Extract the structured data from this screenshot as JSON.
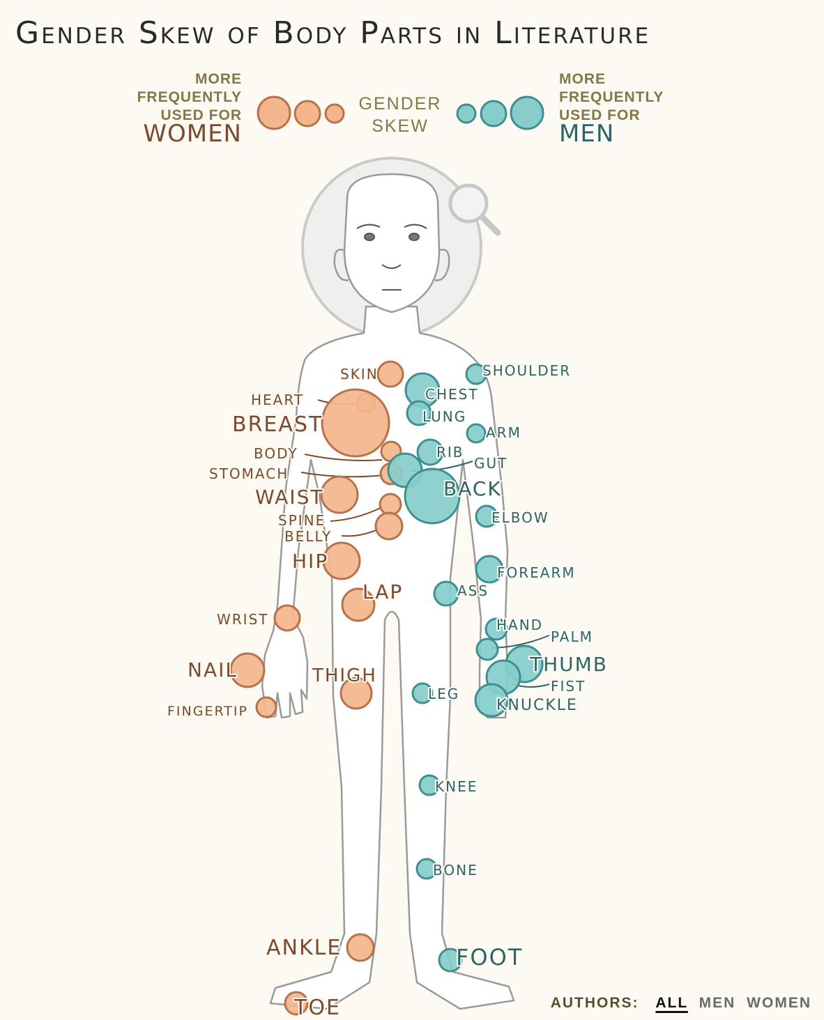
{
  "title": "Gender Skew of Body Parts in Literature",
  "legend": {
    "women_lines": [
      "MORE",
      "FREQUENTLY",
      "USED FOR"
    ],
    "women_big": "WOMEN",
    "center_lines": [
      "GENDER",
      "SKEW"
    ],
    "men_lines": [
      "MORE",
      "FREQUENTLY",
      "USED FOR"
    ],
    "men_big": "MEN"
  },
  "colors": {
    "women_fill": "#f3b68c",
    "women_stroke": "#b8714a",
    "women_text": "#7b4a2d",
    "men_fill": "#86cdcb",
    "men_stroke": "#3f8f91",
    "men_text": "#2d6467"
  },
  "parts": [
    {
      "id": "skin",
      "label": "SKIN",
      "group": "women",
      "skew": 1.8
    },
    {
      "id": "heart",
      "label": "HEART",
      "group": "women",
      "skew": 1.3
    },
    {
      "id": "breast",
      "label": "BREAST",
      "group": "women",
      "skew": 4.8
    },
    {
      "id": "body",
      "label": "BODY",
      "group": "women",
      "skew": 1.4
    },
    {
      "id": "stomach",
      "label": "STOMACH",
      "group": "women",
      "skew": 1.5
    },
    {
      "id": "waist",
      "label": "WAIST",
      "group": "women",
      "skew": 2.6
    },
    {
      "id": "spine",
      "label": "SPINE",
      "group": "women",
      "skew": 1.5
    },
    {
      "id": "belly",
      "label": "BELLY",
      "group": "women",
      "skew": 1.9
    },
    {
      "id": "hip",
      "label": "HIP",
      "group": "women",
      "skew": 2.6
    },
    {
      "id": "lap",
      "label": "LAP",
      "group": "women",
      "skew": 2.3
    },
    {
      "id": "wrist",
      "label": "WRIST",
      "group": "women",
      "skew": 1.8
    },
    {
      "id": "nail",
      "label": "NAIL",
      "group": "women",
      "skew": 2.4
    },
    {
      "id": "fingertip",
      "label": "FINGERTIP",
      "group": "women",
      "skew": 1.4
    },
    {
      "id": "thigh",
      "label": "THIGH",
      "group": "women",
      "skew": 2.2
    },
    {
      "id": "ankle",
      "label": "ANKLE",
      "group": "women",
      "skew": 1.9
    },
    {
      "id": "toe",
      "label": "TOE",
      "group": "women",
      "skew": 1.6
    },
    {
      "id": "shoulder",
      "label": "SHOULDER",
      "group": "men",
      "skew": 1.4
    },
    {
      "id": "chest",
      "label": "CHEST",
      "group": "men",
      "skew": 2.4
    },
    {
      "id": "lung",
      "label": "LUNG",
      "group": "men",
      "skew": 1.7
    },
    {
      "id": "arm",
      "label": "ARM",
      "group": "men",
      "skew": 1.3
    },
    {
      "id": "rib",
      "label": "RIB",
      "group": "men",
      "skew": 1.8
    },
    {
      "id": "gut",
      "label": "GUT",
      "group": "men",
      "skew": 2.4
    },
    {
      "id": "back",
      "label": "BACK",
      "group": "men",
      "skew": 3.9
    },
    {
      "id": "elbow",
      "label": "ELBOW",
      "group": "men",
      "skew": 1.5
    },
    {
      "id": "forearm",
      "label": "FOREARM",
      "group": "men",
      "skew": 1.9
    },
    {
      "id": "ass",
      "label": "ASS",
      "group": "men",
      "skew": 1.7
    },
    {
      "id": "hand",
      "label": "HAND",
      "group": "men",
      "skew": 1.5
    },
    {
      "id": "palm",
      "label": "PALM",
      "group": "men",
      "skew": 1.5
    },
    {
      "id": "thumb",
      "label": "THUMB",
      "group": "men",
      "skew": 2.6
    },
    {
      "id": "fist",
      "label": "FIST",
      "group": "men",
      "skew": 2.4
    },
    {
      "id": "knuckle",
      "label": "KNUCKLE",
      "group": "men",
      "skew": 2.3
    },
    {
      "id": "leg",
      "label": "LEG",
      "group": "men",
      "skew": 1.4
    },
    {
      "id": "knee",
      "label": "KNEE",
      "group": "men",
      "skew": 1.4
    },
    {
      "id": "bone",
      "label": "BONE",
      "group": "men",
      "skew": 1.4
    },
    {
      "id": "foot",
      "label": "FOOT",
      "group": "men",
      "skew": 1.6
    }
  ],
  "authors": {
    "label": "AUTHORS:",
    "options": [
      "ALL",
      "MEN",
      "WOMEN"
    ],
    "selected": "ALL"
  }
}
